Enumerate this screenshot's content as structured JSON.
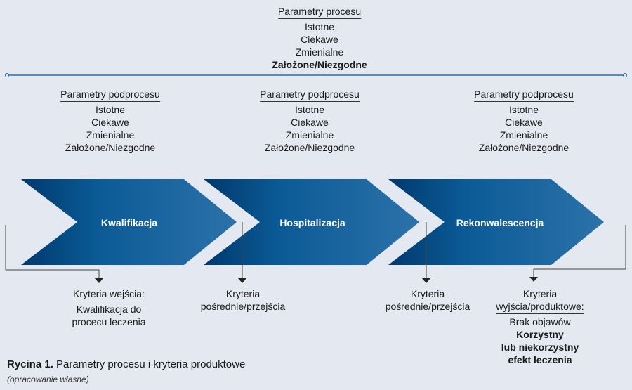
{
  "process": {
    "title": "Parametry procesu",
    "items": [
      "Istotne",
      "Ciekawe",
      "Zmienialne"
    ],
    "bold_item": "Założone/Niezgodne"
  },
  "subprocess": [
    {
      "title": "Parametry podprocesu",
      "items": [
        "Istotne",
        "Ciekawe",
        "Zmienialne",
        "Założone/Niezgodne"
      ]
    },
    {
      "title": "Parametry podprocesu",
      "items": [
        "Istotne",
        "Ciekawe",
        "Zmienialne",
        "Założone/Niezgodne"
      ]
    },
    {
      "title": "Parametry podprocesu",
      "items": [
        "Istotne",
        "Ciekawe",
        "Zmienialne",
        "Założone/Niezgodne"
      ]
    }
  ],
  "stages": [
    "Kwalifikacja",
    "Hospitalizacja",
    "Rekonwalescencja"
  ],
  "criteria": {
    "entry": {
      "title": "Kryteria wejścia:",
      "lines": [
        "Kwalifikacja do",
        "procecu leczenia"
      ]
    },
    "mid1": {
      "lines": [
        "Kryteria",
        "pośrednie/przejścia"
      ]
    },
    "mid2": {
      "lines": [
        "Kryteria",
        "pośrednie/przejścia"
      ]
    },
    "exit": {
      "title1": "Kryteria",
      "title2": "wyjścia/produktowe:",
      "line": "Brak objawów",
      "bold": [
        "Korzystny",
        "lub niekorzystny",
        "efekt leczenia"
      ]
    }
  },
  "caption": {
    "label": "Rycina 1.",
    "text": " Parametry procesu i kryteria produktowe",
    "note": "(opracowanie własne)"
  },
  "colors": {
    "dark": "#00467f",
    "light": "#2a6fa8",
    "bg": "#e4e8f1"
  }
}
